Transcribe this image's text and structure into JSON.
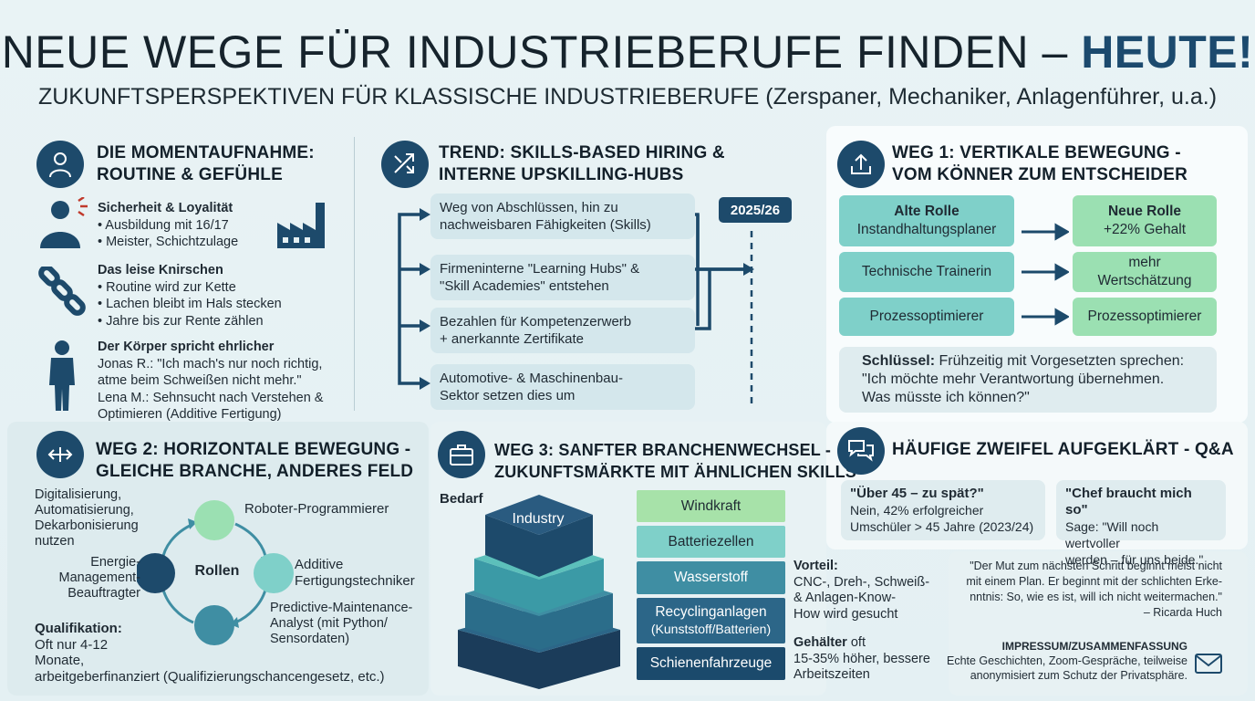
{
  "header": {
    "title_main": "NEUE WEGE FÜR INDUSTRIEBERUFE FINDEN – ",
    "title_accent": "HEUTE!",
    "subtitle": "ZUKUNFTSPERSPEKTIVEN FÜR KLASSISCHE INDUSTRIEBERUFE (Zerspaner, Mechaniker, Anlagenführer, u.a.)"
  },
  "snapshot": {
    "heading_line1": "DIE MOMENTAUFNAHME:",
    "heading_line2": "ROUTINE & GEFÜHLE",
    "block1_title": "Sicherheit & Loyalität",
    "block1_items": [
      "• Ausbildung mit 16/17",
      "• Meister, Schichtzulage"
    ],
    "block2_title": "Das leise Knirschen",
    "block2_items": [
      "• Routine wird zur Kette",
      "• Lachen bleibt im Hals stecken",
      "• Jahre bis zur Rente zählen"
    ],
    "block3_title": "Der Körper spricht ehrlicher",
    "block3_lines": [
      "Jonas R.: \"Ich mach's nur noch richtig,",
      "atme beim Schweißen nicht mehr.\"",
      "Lena M.: Sehnsucht nach Verstehen &",
      "Optimieren (Additive Fertigung)"
    ]
  },
  "trend": {
    "heading_line1": "TREND: SKILLS-BASED HIRING &",
    "heading_line2": "INTERNE UPSKILLING-HUBS",
    "items": [
      [
        "Weg von Abschlüssen, hin zu",
        "nachweisbaren Fähigkeiten (Skills)"
      ],
      [
        "Firmeninterne \"Learning Hubs\" &",
        "\"Skill Academies\" entstehen"
      ],
      [
        "Bezahlen für Kompetenzerwerb",
        "+ anerkannte Zertifikate"
      ],
      [
        "Automotive- & Maschinenbau-",
        "Sektor setzen dies um"
      ]
    ],
    "year_badge": "2025/26"
  },
  "weg1": {
    "heading_line1": "WEG 1: VERTIKALE BEWEGUNG -",
    "heading_line2": "VOM KÖNNER ZUM ENTSCHEIDER",
    "old_header": "Alte Rolle",
    "new_header": "Neue Rolle",
    "rows": [
      {
        "old": "Instandhaltungsplaner",
        "new": "+22% Gehalt"
      },
      {
        "old": "Technische Trainerin",
        "new": "mehr Wertschätzung"
      },
      {
        "old": "Prozessoptimierer",
        "new": "Prozessoptimierer"
      }
    ],
    "key_label": "Schlüssel:",
    "key_text": " Frühzeitig mit Vorgesetzten sprechen:",
    "key_quote1": "\"Ich möchte mehr Verantwortung übernehmen.",
    "key_quote2": "Was müsste ich können?\""
  },
  "weg2": {
    "heading_line1": "WEG 2: HORIZONTALE BEWEGUNG -",
    "heading_line2": "GLEICHE BRANCHE, ANDERES FELD",
    "drivers": [
      "Digitalisierung,",
      "Automatisierung,",
      "Dekarbonisierung",
      "nutzen"
    ],
    "cycle_center": "Rollen",
    "roles": {
      "top": "Roboter-Programmierer",
      "right": [
        "Additive",
        "Fertigungstechniker"
      ],
      "bottom": [
        "Predictive-Maintenance-",
        "Analyst (mit Python/",
        "Sensordaten)"
      ],
      "left": [
        "Energie-",
        "Management-",
        "Beauftragter"
      ]
    },
    "qual_label": "Qualifikation:",
    "qual_lines": [
      "Oft nur 4-12",
      "Monate,",
      "arbeitgeberfinanziert (Qualifizierungschancengesetz, etc.)"
    ]
  },
  "weg3": {
    "heading_line1": "WEG 3: SANFTER BRANCHENWECHSEL -",
    "heading_line2": "ZUKUNFTSMÄRKTE MIT ÄHNLICHEN SKILLS",
    "bedarf": "Bedarf",
    "pyramid_top": "Industry",
    "sectors": [
      {
        "label": "Windkraft",
        "color": "#a7e2a9"
      },
      {
        "label": "Batteriezellen",
        "color": "#7fd0c9"
      },
      {
        "label": "Wasserstoff",
        "color": "#3f8ea3"
      },
      {
        "label": "Recyclinganlagen",
        "sub": "(Kunststoff/Batterien)",
        "color": "#2c6688"
      },
      {
        "label": "Schienenfahrzeuge",
        "color": "#1b4a6c"
      }
    ],
    "vorteil_label": "Vorteil:",
    "vorteil_lines": [
      "CNC-, Dreh-, Schweiß-",
      "& Anlagen-Know-",
      "How wird gesucht"
    ],
    "gehalt_label": "Gehälter",
    "gehalt_rest": " oft",
    "gehalt_lines": [
      "15-35% höher, bessere",
      "Arbeitszeiten"
    ]
  },
  "qa": {
    "heading": "HÄUFIGE ZWEIFEL AUFGEKLÄRT - Q&A",
    "q1_title": "\"Über 45 – zu spät?\"",
    "q1_lines": [
      "Nein, 42% erfolgreicher",
      "Umschüler > 45 Jahre (2023/24)"
    ],
    "q2_title": "\"Chef braucht mich so\"",
    "q2_lines": [
      "Sage: \"Will noch wertvoller",
      "werden – für uns beide.\""
    ]
  },
  "quote": {
    "lines": [
      "\"Der Mut zum nächsten Schritt beginnt meist nicht",
      "mit einem Plan. Er beginnt mit der schlichten Erke-",
      "nntnis: So, wie es ist, will ich nicht weitermachen.\""
    ],
    "author": "– Ricarda Huch"
  },
  "impressum": {
    "title": "IMPRESSUM/ZUSAMMENFASSUNG",
    "lines": [
      "Echte Geschichten, Zoom-Gespräche, teilweise",
      "anonymisiert zum Schutz der Privatsphäre."
    ]
  },
  "colors": {
    "navy": "#1d4a6b",
    "teal": "#7fd0c9",
    "green": "#9be0b2",
    "panel": "#f7fbfc"
  }
}
